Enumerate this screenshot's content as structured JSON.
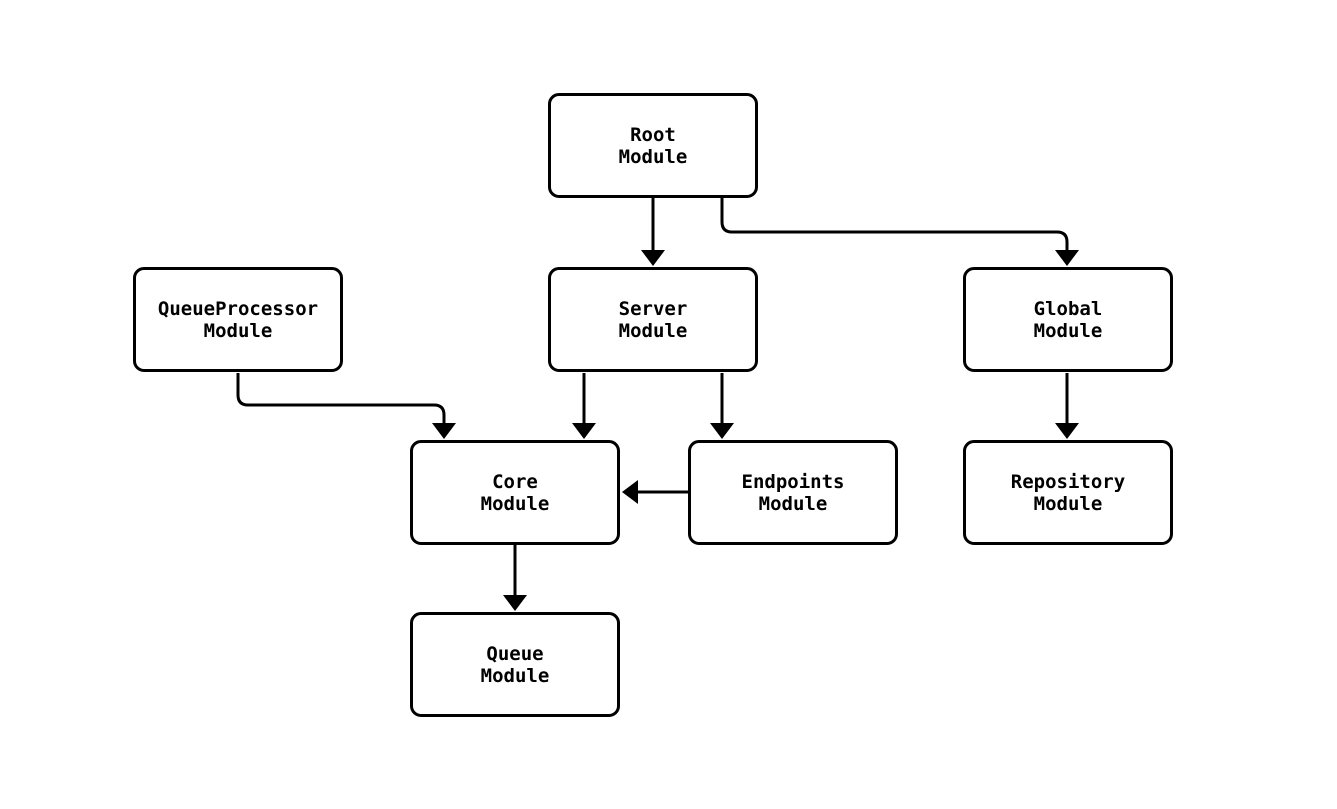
{
  "diagram": {
    "title": "",
    "nodes": [
      {
        "id": "root",
        "line1": "Root",
        "line2": "Module"
      },
      {
        "id": "queueprocessor",
        "line1": "QueueProcessor",
        "line2": "Module"
      },
      {
        "id": "server",
        "line1": "Server",
        "line2": "Module"
      },
      {
        "id": "global",
        "line1": "Global",
        "line2": "Module"
      },
      {
        "id": "core",
        "line1": "Core",
        "line2": "Module"
      },
      {
        "id": "endpoints",
        "line1": "Endpoints",
        "line2": "Module"
      },
      {
        "id": "repository",
        "line1": "Repository",
        "line2": "Module"
      },
      {
        "id": "queue",
        "line1": "Queue",
        "line2": "Module"
      }
    ],
    "edges": [
      {
        "from": "Root Module",
        "to": "Server Module"
      },
      {
        "from": "Root Module",
        "to": "Global Module"
      },
      {
        "from": "QueueProcessor Module",
        "to": "Core Module"
      },
      {
        "from": "Server Module",
        "to": "Core Module"
      },
      {
        "from": "Server Module",
        "to": "Endpoints Module"
      },
      {
        "from": "Endpoints Module",
        "to": "Core Module"
      },
      {
        "from": "Global Module",
        "to": "Repository Module"
      },
      {
        "from": "Core Module",
        "to": "Queue Module"
      }
    ],
    "colors": {
      "stroke": "#000000",
      "background": "#ffffff",
      "text": "#000000"
    }
  }
}
